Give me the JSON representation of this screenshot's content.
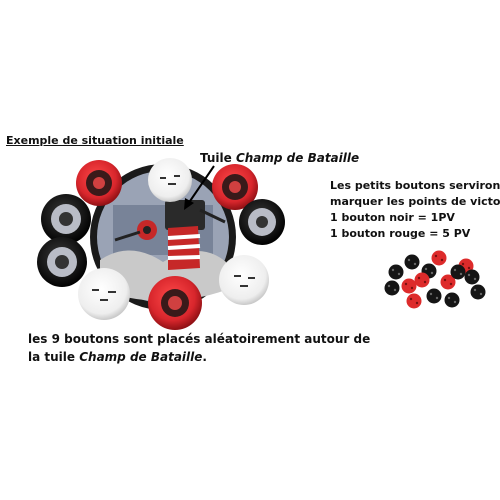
{
  "heading": "Exemple de situation initiale",
  "tile_callout": {
    "prefix": "Tuile ",
    "name": "Champ de Bataille"
  },
  "points_note": {
    "lines": [
      "Les petits boutons serviront à",
      "marquer les points de victoire :",
      "1 bouton noir = 1PV",
      "1 bouton rouge = 5 PV"
    ]
  },
  "caption": {
    "line1": "les 9 boutons sont placés aléatoirement autour de",
    "line2_prefix": "la tuile ",
    "line2_name": "Champ de Bataille",
    "line2_suffix": "."
  },
  "colors": {
    "red": "#d8262c",
    "black": "#141414",
    "white": "#f3f3f3",
    "grey_token": "#b9bcc6"
  }
}
